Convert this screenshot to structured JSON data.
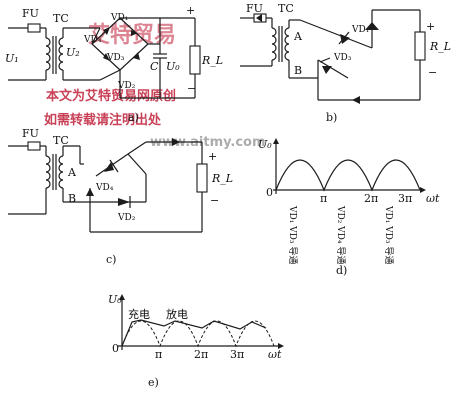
{
  "labels": {
    "fu": "FU",
    "tc": "TC",
    "u1": "U₁",
    "u2": "U₂",
    "vd1": "VD₁",
    "vd2": "VD₂",
    "vd3": "VD₃",
    "vd4": "VD₄",
    "rl": "R_L",
    "a": "A",
    "b": "B",
    "c": "C",
    "uo": "U₀",
    "plus": "+",
    "minus": "−",
    "zero": "0",
    "omega_t": "ωt",
    "pi": "π",
    "two_pi": "2π",
    "three_pi": "3π",
    "charge": "充电",
    "discharge": "放电"
  },
  "conduction": [
    "VD₁ VD₃ 导通",
    "VD₂ VD₄ 导通",
    "VD₁ VD₃ 导通"
  ],
  "captions": {
    "a": "a)",
    "b": "b)",
    "c": "c)",
    "d": "d)",
    "e": "e)"
  },
  "watermark": {
    "brand": "艾特贸易",
    "line1": "本文为艾特贸易网原创",
    "line2": "如需转载请注明出处",
    "url": "www.aitmy.com"
  }
}
